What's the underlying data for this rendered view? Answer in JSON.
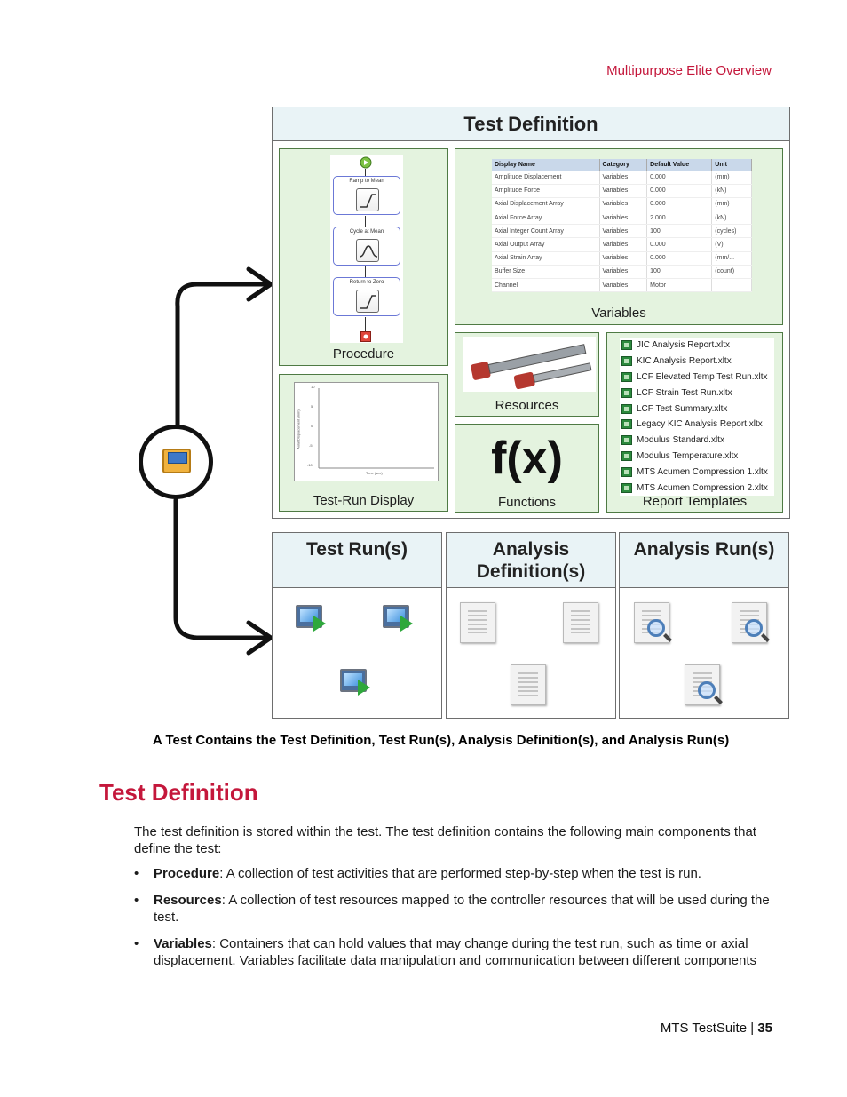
{
  "header": {
    "section": "Multipurpose Elite Overview"
  },
  "figure": {
    "test_definition_title": "Test Definition",
    "procedure": {
      "label": "Procedure",
      "steps": [
        "Ramp to Mean",
        "Cycle at Mean",
        "Return to Zero"
      ]
    },
    "variables": {
      "label": "Variables",
      "columns": [
        "Display Name",
        "Category",
        "Default Value",
        "Unit"
      ],
      "rows": [
        [
          "Amplitude Displacement",
          "Variables",
          "0.000",
          "(mm)"
        ],
        [
          "Amplitude Force",
          "Variables",
          "0.000",
          "(kN)"
        ],
        [
          "Axial Displacement Array",
          "Variables",
          "0.000",
          "(mm)"
        ],
        [
          "Axial Force Array",
          "Variables",
          "2.000",
          "(kN)"
        ],
        [
          "Axial Integer Count Array",
          "Variables",
          "100",
          "(cycles)"
        ],
        [
          "Axial Output Array",
          "Variables",
          "0.000",
          "(V)"
        ],
        [
          "Axial Strain Array",
          "Variables",
          "0.000",
          "(mm/..."
        ],
        [
          "Buffer Size",
          "Variables",
          "100",
          "(count)"
        ],
        [
          "Channel",
          "Variables",
          "Motor",
          ""
        ]
      ]
    },
    "resources_label": "Resources",
    "test_run_display": {
      "label": "Test-Run Display",
      "x_axis": "Time (sec)",
      "y_axis": "Axial Displacement (mm)",
      "y_ticks": [
        "10",
        "5",
        "0",
        "-5",
        "-10"
      ]
    },
    "functions": {
      "symbol": "f(x)",
      "label": "Functions"
    },
    "report_templates": {
      "label": "Report Templates",
      "items": [
        "JIC Analysis Report.xltx",
        "KIC Analysis Report.xltx",
        "LCF Elevated Temp Test Run.xltx",
        "LCF Strain Test Run.xltx",
        "LCF Test Summary.xltx",
        "Legacy KIC Analysis Report.xltx",
        "Modulus Standard.xltx",
        "Modulus Temperature.xltx",
        "MTS Acumen Compression 1.xltx",
        "MTS Acumen Compression 2.xltx"
      ]
    },
    "boxes": {
      "test_runs": "Test Run(s)",
      "analysis_definitions": "Analysis Definition(s)",
      "analysis_runs": "Analysis Run(s)"
    },
    "caption": "A Test Contains the Test Definition, Test Run(s), Analysis Definition(s), and Analysis Run(s)"
  },
  "section": {
    "heading": "Test Definition",
    "intro": "The test definition is stored within the test. The test definition contains the following main components that define the test:",
    "bullets": [
      {
        "term": "Procedure",
        "text": ": A collection of test activities that are performed step-by-step when the test is run."
      },
      {
        "term": "Resources",
        "text": ": A collection of test resources mapped to the controller resources that will be used during the test."
      },
      {
        "term": "Variables",
        "text": ": Containers that can hold values that may change during the test run, such as time or axial displacement. Variables facilitate data manipulation and communication between different components"
      }
    ]
  },
  "footer": {
    "product": "MTS TestSuite |",
    "page": "35"
  },
  "colors": {
    "accent": "#c4173b",
    "panel_green": "#e4f3df",
    "header_blue": "#e9f3f6"
  }
}
